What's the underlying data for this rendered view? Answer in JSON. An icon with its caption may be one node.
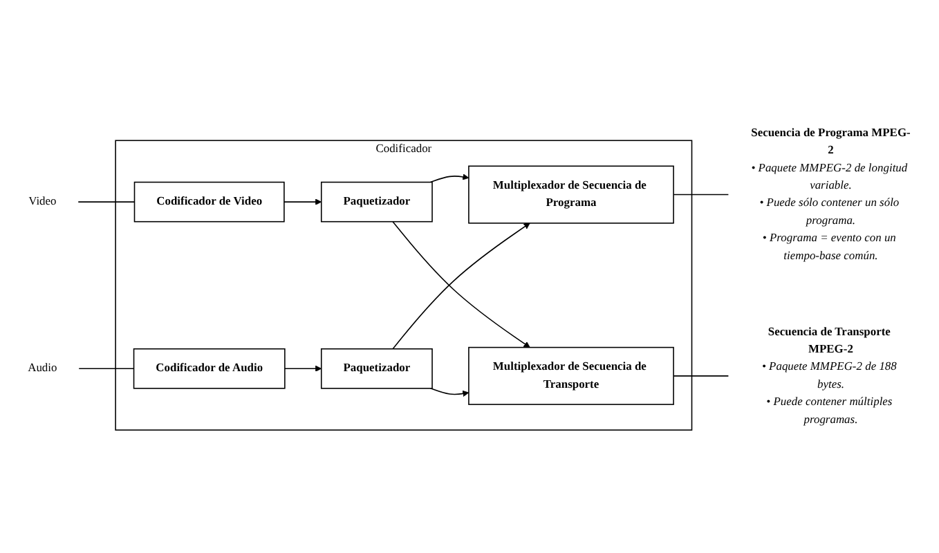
{
  "diagram": {
    "nodes": [
      {
        "text": [
          "Codificador"
        ]
      },
      {
        "text": [
          "Video"
        ]
      },
      {
        "text": [
          "Codificador de Video"
        ],
        "in": 0
      },
      {
        "text": [
          "Paquetizador"
        ],
        "in": 0
      },
      {
        "text": [
          "Multiplexador de Secuencia de Programa"
        ],
        "in": 0
      },
      {
        "text": [
          "Audio"
        ]
      },
      {
        "text": [
          "Codificador de Audio"
        ],
        "in": 0
      },
      {
        "text": [
          "Paquetizador"
        ],
        "in": 0
      },
      {
        "text": [
          "Multiplexador de Secuencia de Transporte"
        ],
        "in": 0
      },
      {
        "text": [
          "Secuencia de Programa MPEG-2",
          "• Paquete MMPEG-2 de longitud variable.",
          "• Puede sólo contener un sólo programa.",
          "• Programa = evento con un tiempo-base común."
        ]
      },
      {
        "text": [
          "Secuencia de Transporte MPEG-2",
          "• Paquete MMPEG-2 de 188 bytes.",
          "• Puede contener múltiples programas."
        ]
      }
    ],
    "edges": [
      {
        "from": 1,
        "to": 2,
        "arrow": "none"
      },
      {
        "from": 2,
        "to": 3,
        "arrow": "to"
      },
      {
        "from": 3,
        "to": 4,
        "arrow": "to"
      },
      {
        "from": 3,
        "to": 8,
        "arrow": "to"
      },
      {
        "from": 7,
        "to": 4,
        "arrow": "to"
      },
      {
        "from": 5,
        "to": 6,
        "arrow": "none"
      },
      {
        "from": 6,
        "to": 7,
        "arrow": "to"
      },
      {
        "from": 7,
        "to": 8,
        "arrow": "to"
      },
      {
        "from": 4,
        "to": 9,
        "arrow": "none"
      },
      {
        "from": 8,
        "to": 10,
        "arrow": "none"
      }
    ]
  }
}
